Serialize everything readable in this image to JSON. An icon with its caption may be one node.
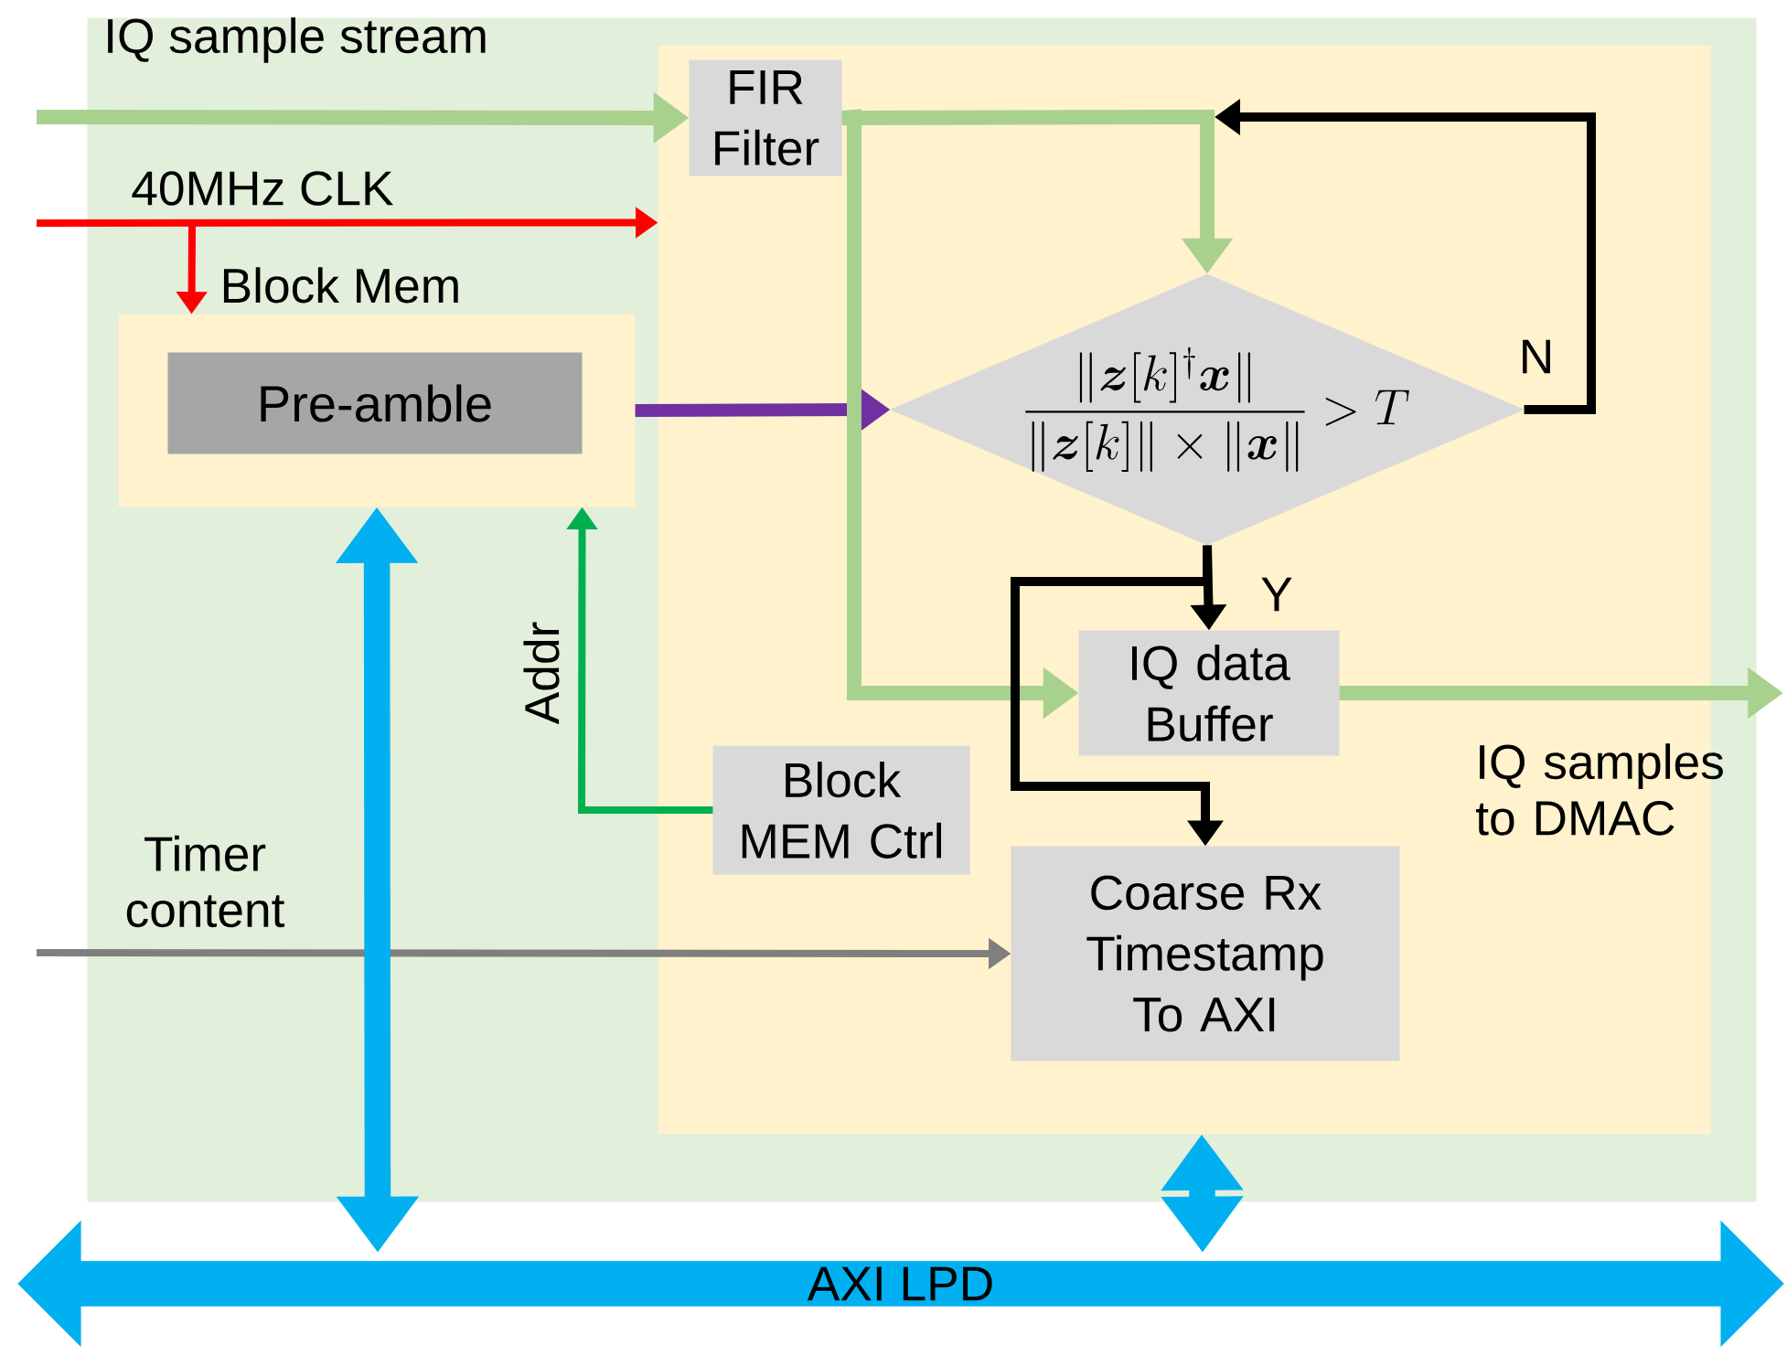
{
  "diagram": {
    "nodes": [
      {
        "text": [],
        "shape": "box"
      },
      {
        "text": [
          "Block Mem"
        ],
        "in": 0
      },
      {
        "text": [
          "Pre-amble"
        ],
        "in": 1
      },
      {
        "text": [],
        "shape": "box",
        "in": 0
      },
      {
        "text": [
          "FIR Filter"
        ],
        "in": 3
      },
      {
        "text": [
          "\\frac{\\|\\boldsymbol{z}[k]^{\\dagger}\\boldsymbol{x}\\|}{\\|\\boldsymbol{z}[k]\\|\\times\\|\\boldsymbol{x}\\|}>T"
        ],
        "in": 3
      },
      {
        "text": [
          "IQ data Buffer"
        ],
        "in": 3
      },
      {
        "text": [
          "Block MEM Ctrl"
        ],
        "in": 3
      },
      {
        "text": [
          "Coarse Rx Timestamp To AXI"
        ],
        "in": 3
      },
      {
        "text": [
          "AXI LPD"
        ]
      }
    ],
    "edges": [
      {
        "from": null,
        "to": 4,
        "arrow": "to",
        "label": "IQ sample stream",
        "color": "#a9d18e"
      },
      {
        "from": null,
        "to": 3,
        "arrow": "to",
        "label": "40MHz CLK",
        "color": "#ff0000"
      },
      {
        "from": null,
        "to": 1,
        "arrow": "to",
        "color": "#ff0000"
      },
      {
        "from": 1,
        "to": 5,
        "arrow": "to",
        "color": "#7030a0"
      },
      {
        "from": 4,
        "to": 5,
        "arrow": "to",
        "color": "#a9d18e"
      },
      {
        "from": 4,
        "to": 6,
        "arrow": "to",
        "color": "#a9d18e"
      },
      {
        "from": 5,
        "to": null,
        "arrow": "to",
        "label": "N",
        "color": "#000000"
      },
      {
        "from": 5,
        "to": 6,
        "arrow": "to",
        "label": "Y",
        "color": "#000000"
      },
      {
        "from": 5,
        "to": 8,
        "arrow": "to",
        "color": "#000000"
      },
      {
        "from": 7,
        "to": 1,
        "arrow": "to",
        "label": "Addr",
        "color": "#00b050"
      },
      {
        "from": null,
        "to": 8,
        "arrow": "to",
        "label": "Timer content",
        "color": "#7f7f7f"
      },
      {
        "from": 6,
        "to": null,
        "arrow": "to",
        "label": "IQ samples to DMAC",
        "color": "#a9d18e"
      },
      {
        "from": 1,
        "to": 9,
        "arrow": "both",
        "style": "thick",
        "color": "#00b0f0"
      },
      {
        "from": 3,
        "to": 9,
        "arrow": "both",
        "style": "thick",
        "color": "#00b0f0"
      }
    ]
  }
}
